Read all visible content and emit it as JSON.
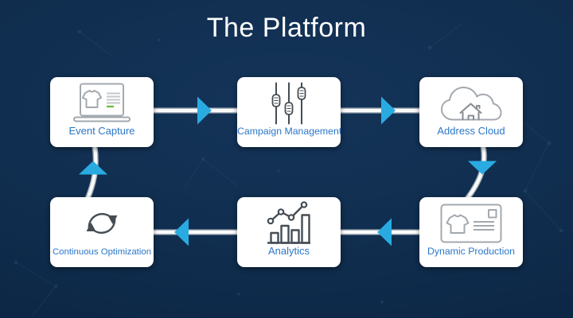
{
  "title": "The Platform",
  "nodes": [
    {
      "label": "Event Capture",
      "icon": "laptop-tshirt-icon"
    },
    {
      "label": "Campaign Management",
      "icon": "sliders-icon"
    },
    {
      "label": "Address Cloud",
      "icon": "cloud-house-icon"
    },
    {
      "label": "Continuous Optimization",
      "icon": "refresh-cycle-icon"
    },
    {
      "label": "Analytics",
      "icon": "bar-line-chart-icon"
    },
    {
      "label": "Dynamic Production",
      "icon": "postcard-tshirt-icon"
    }
  ],
  "connections": [
    {
      "from": "Event Capture",
      "to": "Campaign Management",
      "direction": "right"
    },
    {
      "from": "Campaign Management",
      "to": "Address Cloud",
      "direction": "right"
    },
    {
      "from": "Address Cloud",
      "to": "Dynamic Production",
      "direction": "down"
    },
    {
      "from": "Dynamic Production",
      "to": "Analytics",
      "direction": "left"
    },
    {
      "from": "Analytics",
      "to": "Continuous Optimization",
      "direction": "left"
    },
    {
      "from": "Continuous Optimization",
      "to": "Event Capture",
      "direction": "up"
    }
  ],
  "colors": {
    "background": "#102e4f",
    "card": "#ffffff",
    "title_text": "#ffffff",
    "label_text": "#2b77c8",
    "arrowhead": "#29abe2",
    "connector_line": "#fbfbfb",
    "icon_gray_light": "#a3a9af",
    "icon_gray_dark": "#454d54",
    "accent_green": "#72bf44"
  }
}
